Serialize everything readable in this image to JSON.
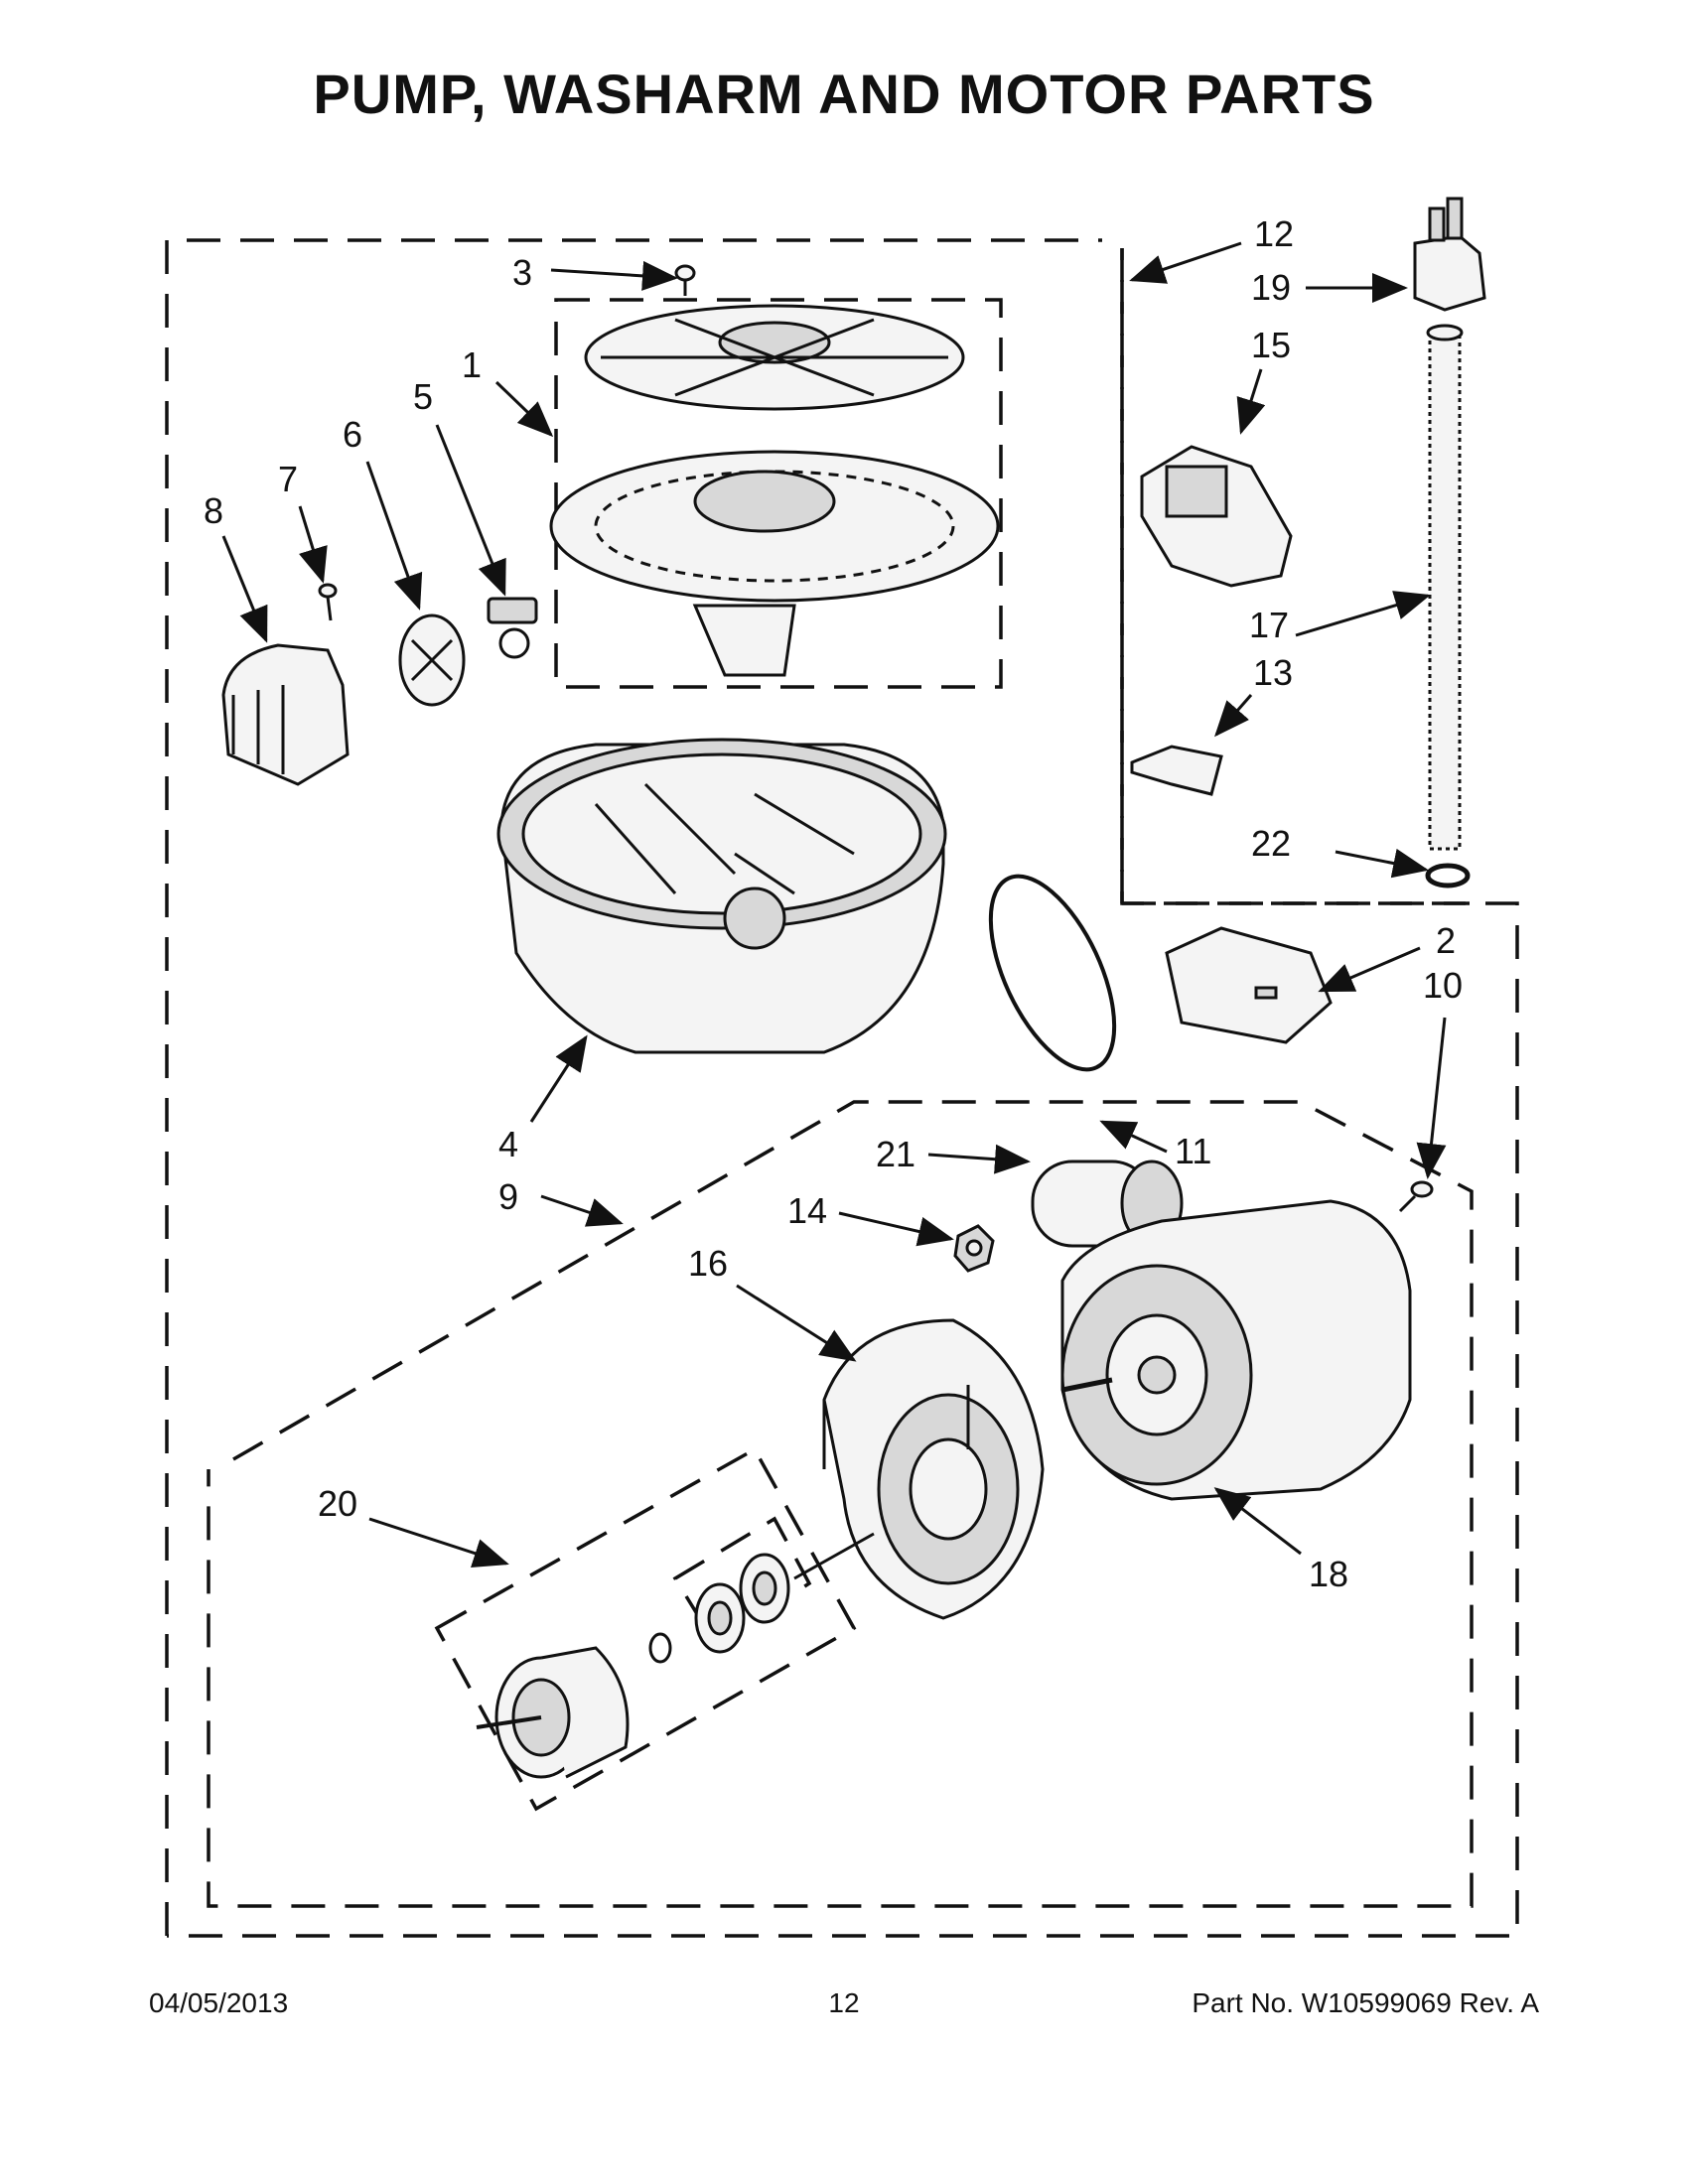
{
  "page": {
    "title": "PUMP, WASHARM AND MOTOR PARTS",
    "footer": {
      "date": "04/05/2013",
      "page_number": "12",
      "part_number": "Part No.  W10599069  Rev.  A"
    }
  },
  "callouts": [
    "1",
    "2",
    "3",
    "4",
    "5",
    "6",
    "7",
    "8",
    "9",
    "10",
    "11",
    "12",
    "13",
    "14",
    "15",
    "16",
    "17",
    "18",
    "19",
    "20",
    "21",
    "22"
  ],
  "colors": {
    "line": "#111111",
    "part_fill": "#f4f4f4",
    "part_shade": "#d8d8d8"
  }
}
